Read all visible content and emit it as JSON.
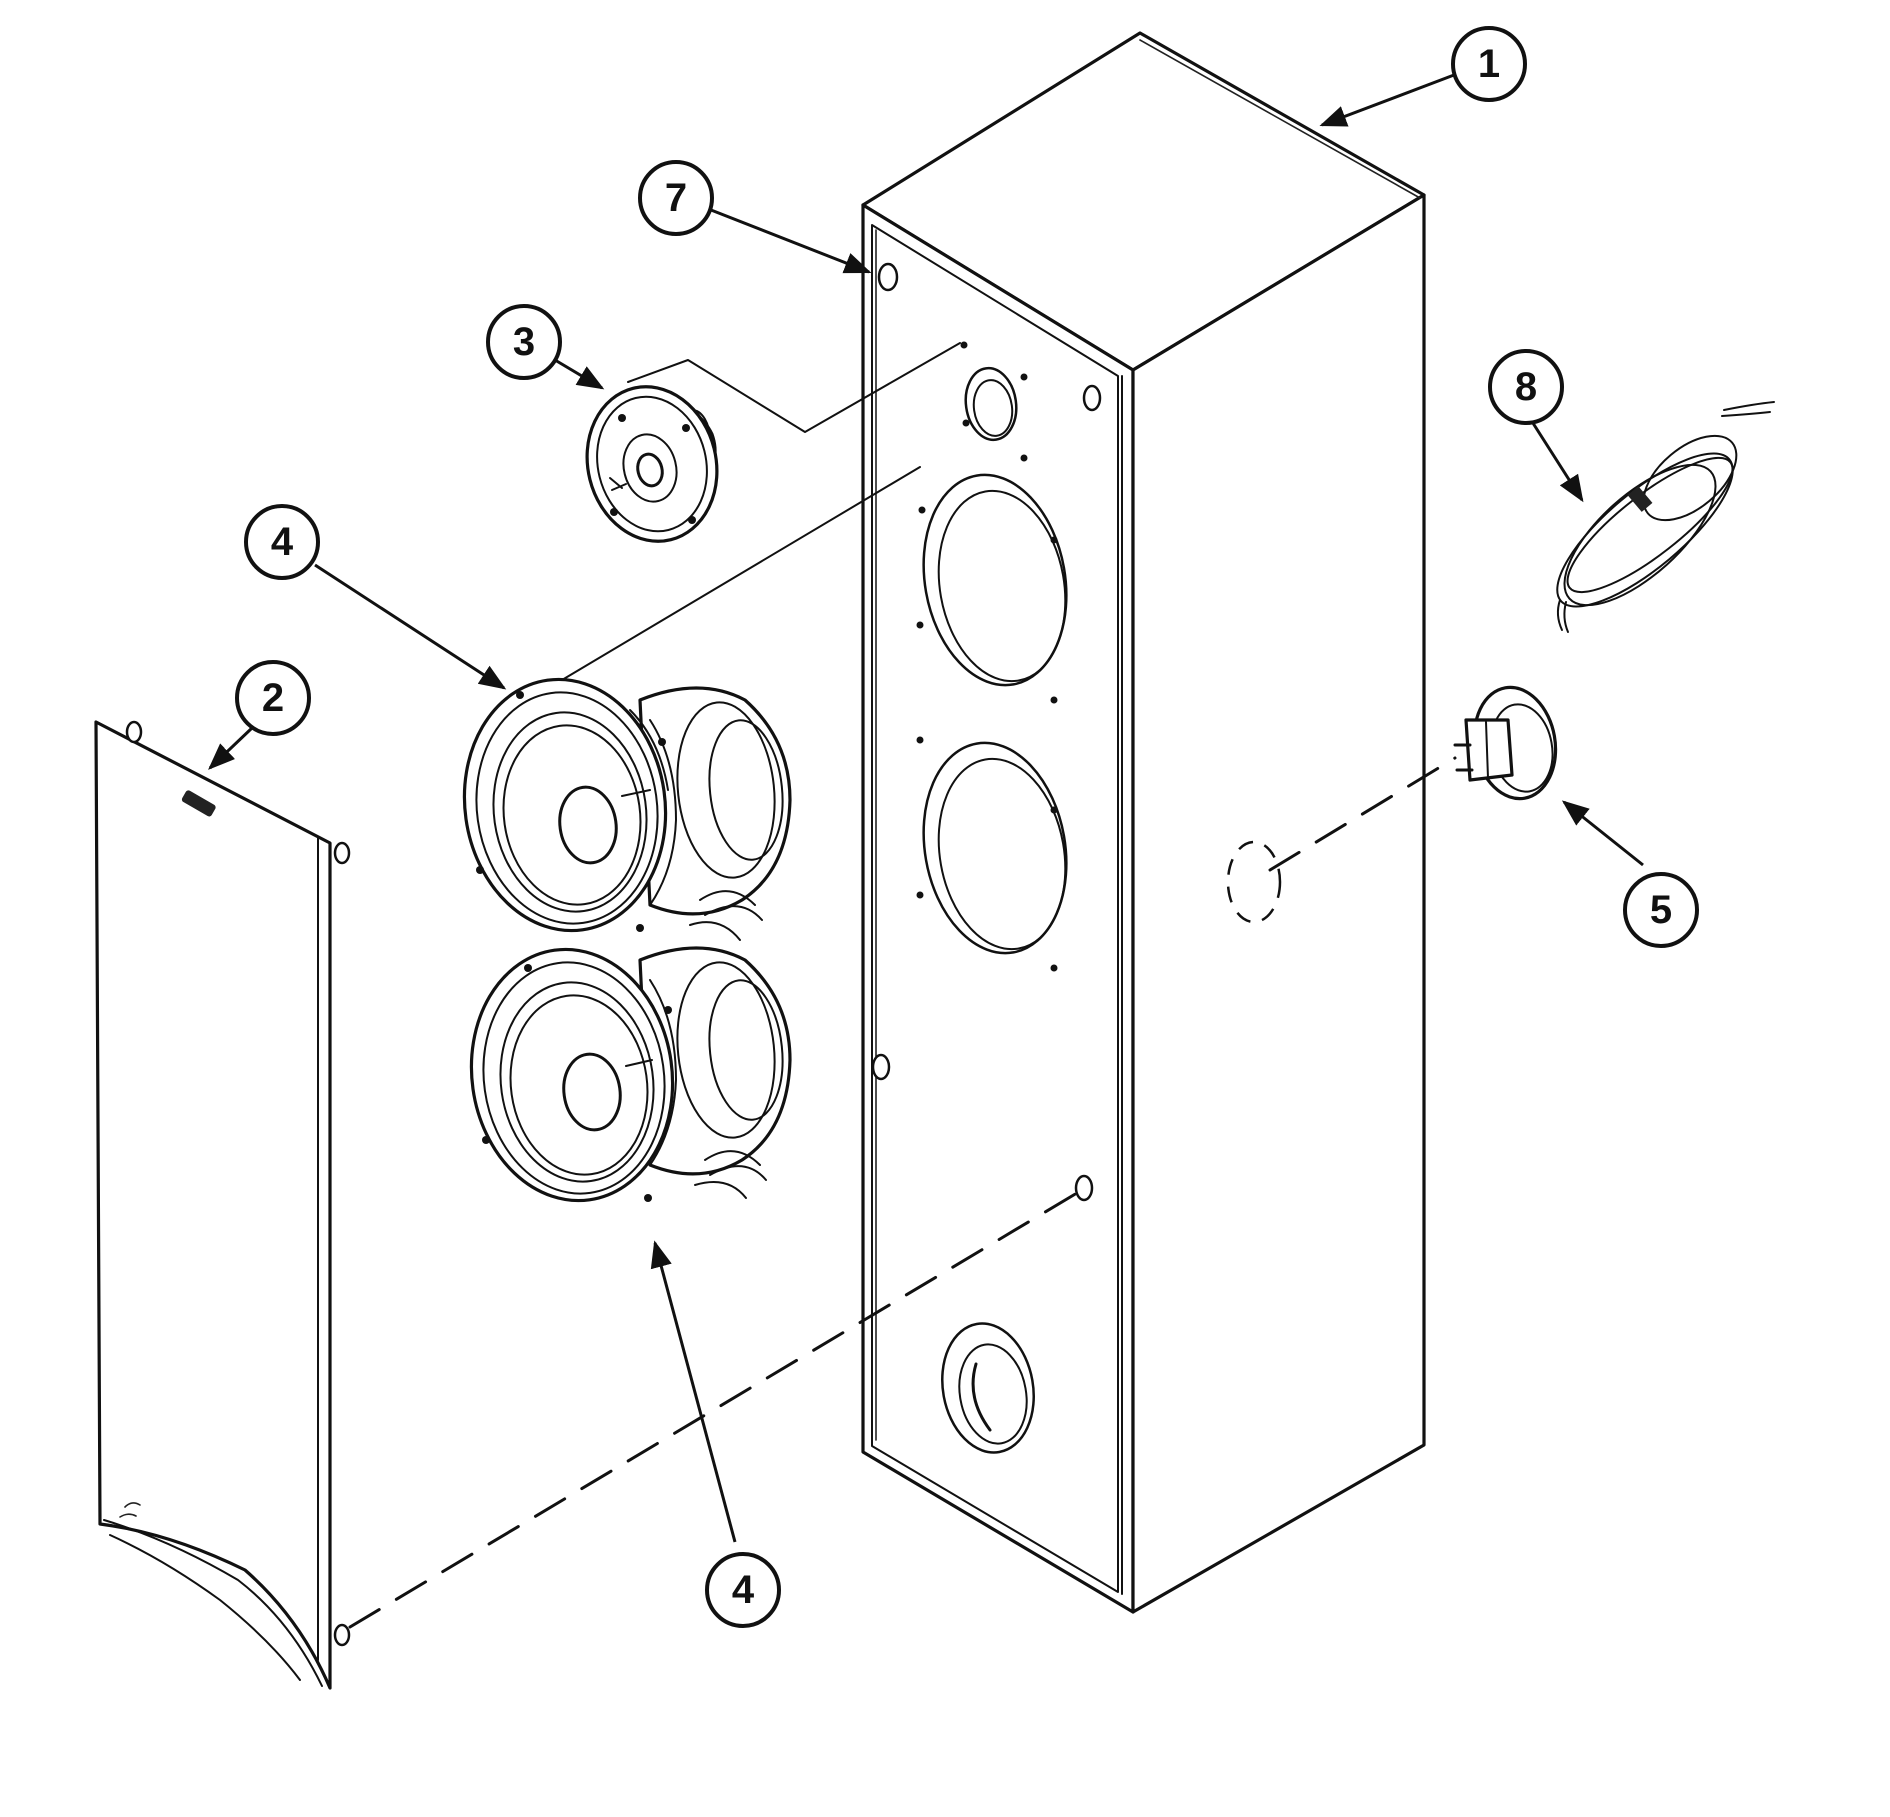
{
  "callouts": [
    {
      "id": "1",
      "label": "1"
    },
    {
      "id": "2",
      "label": "2"
    },
    {
      "id": "3",
      "label": "3"
    },
    {
      "id": "4a",
      "label": "4"
    },
    {
      "id": "4b",
      "label": "4"
    },
    {
      "id": "5",
      "label": "5"
    },
    {
      "id": "7",
      "label": "7"
    },
    {
      "id": "8",
      "label": "8"
    }
  ]
}
